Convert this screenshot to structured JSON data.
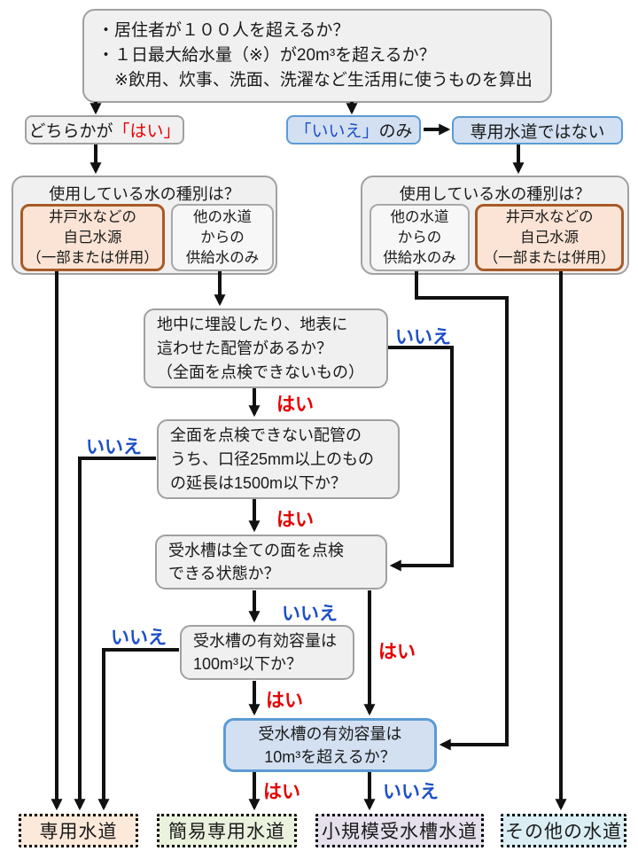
{
  "nodes": {
    "start": {
      "lines": [
        "・居住者が１００人を超えるか？",
        "・１日最大給水量（※）が20m³を超えるか？",
        "　※飲用、炊事、洗面、洗濯など生活用に使うものを算出"
      ]
    },
    "either_yes": {
      "prefix": "どちらかが",
      "answer": "「はい」"
    },
    "only_no": {
      "answer": "「いいえ」",
      "suffix": "のみ"
    },
    "not_private": {
      "text": "専用水道ではない"
    },
    "water_type_question": {
      "title": "使用している水の種別は？"
    },
    "self_source": {
      "lines": [
        "井戸水などの",
        "自己水源",
        "（一部または併用）"
      ]
    },
    "other_supply": {
      "lines": [
        "他の水道",
        "からの",
        "供給水のみ"
      ]
    },
    "q_buried_pipe": {
      "lines": [
        "地中に埋設したり、地表に",
        "這わせた配管があるか？",
        "（全面を点検できないもの）"
      ]
    },
    "q_pipe_length": {
      "lines": [
        "全面を点検できない配管の",
        "うち、口径25mm以上のもの",
        "の延長は1500m以下か？"
      ]
    },
    "q_tank_inspect": {
      "lines": [
        "受水槽は全ての面を点検",
        "できる状態か？"
      ]
    },
    "q_tank_100": {
      "lines": [
        "受水槽の有効容量は",
        "100m³以下か？"
      ]
    },
    "q_tank_10": {
      "lines": [
        "受水槽の有効容量は",
        "10m³を超えるか？"
      ]
    }
  },
  "edge_labels": {
    "yes": "はい",
    "no": "いいえ"
  },
  "results": [
    {
      "label": "専用水道"
    },
    {
      "label": "簡易専用水道"
    },
    {
      "label": "小規模受水槽水道"
    },
    {
      "label": "その他の水道"
    }
  ],
  "colors": {
    "yes_label": "#e60000",
    "no_label": "#1d50c8",
    "blue_box_border": "#5b9bd5",
    "blue_box_fill": "#d3e0f2",
    "orange_box_border": "#a85a28",
    "orange_box_fill": "#fbe4d5",
    "result_senyou_fill": "#fde9d9",
    "result_kani_fill": "#eaf1dd",
    "result_shokibo_fill": "#e5e0ec",
    "result_sonota_fill": "#daeef3"
  }
}
